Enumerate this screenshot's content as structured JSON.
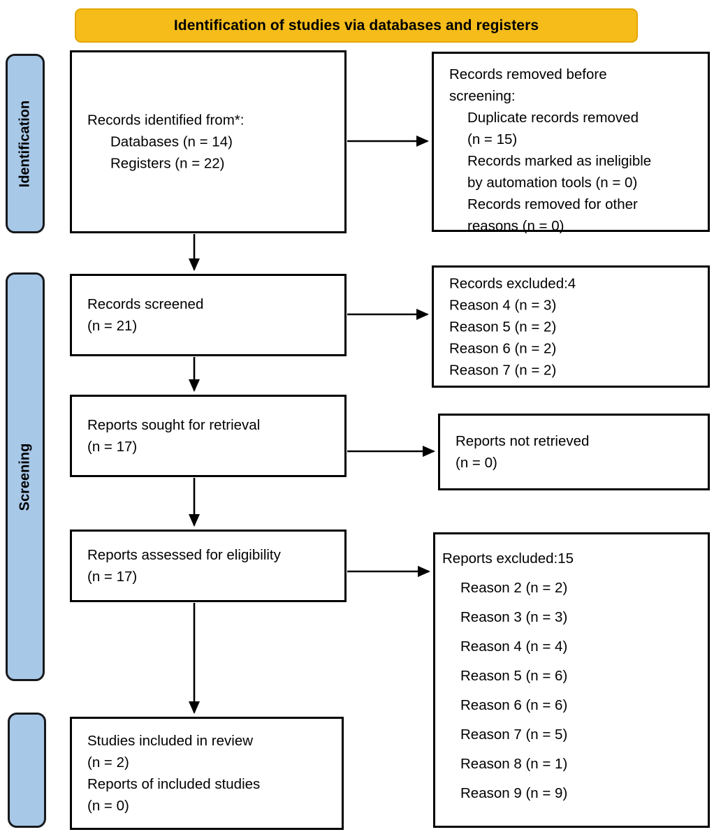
{
  "banner": {
    "title": "Identification of studies via databases and registers"
  },
  "rails": [
    {
      "id": "identification",
      "label": "Identification"
    },
    {
      "id": "screening",
      "label": "Screening"
    },
    {
      "id": "included",
      "label": ""
    }
  ],
  "boxes": {
    "identified": {
      "name": "records-identified",
      "lines": [
        "Records identified from*:",
        "Databases (n = 14)",
        "Registers (n = 22)"
      ]
    },
    "removed": {
      "name": "records-removed-before-screening",
      "lines": [
        "Records removed ",
        "before",
        "screening",
        ":",
        "Duplicate records removed",
        "(n = 15)",
        "Records marked as ineligible",
        "by automation tools (n = 0)",
        "Records removed for other",
        "reasons (n = 0)"
      ]
    },
    "screened": {
      "name": "records-screened",
      "lines": [
        "Records screened",
        "(n = 21)"
      ]
    },
    "records_excluded": {
      "name": "records-excluded",
      "header": "Records excluded:4",
      "lines": [
        "Reason 4 (n = 3)",
        "Reason 5 (n = 2)",
        "Reason 6 (n = 2)",
        "Reason 7 (n = 2)"
      ]
    },
    "sought": {
      "name": "reports-sought-for-retrieval",
      "lines": [
        "Reports sought for retrieval",
        "(n = 17)"
      ]
    },
    "not_retrieved": {
      "name": "reports-not-retrieved",
      "lines": [
        "Reports not retrieved",
        "(n = 0)"
      ]
    },
    "assessed": {
      "name": "reports-assessed-for-eligibility",
      "lines": [
        "Reports assessed for eligibility",
        "(n = 17)"
      ]
    },
    "reports_excluded": {
      "name": "reports-excluded",
      "header": "Reports excluded:15",
      "lines": [
        "Reason 2 (n = 2)",
        "Reason 3 (n = 3)",
        "Reason 4 (n = 4)",
        "Reason 5 (n = 6)",
        "Reason 6 (n = 6)",
        "Reason 7 (n = 5)",
        "Reason 8 (n = 1)",
        "Reason 9 (n = 9)"
      ]
    },
    "included": {
      "name": "studies-included-in-review",
      "lines": [
        "Studies included in review",
        "(n = 2)",
        "Reports of included studies",
        "(n = 0)"
      ]
    }
  },
  "colors": {
    "banner_fill": "#f5bc1a",
    "rail_fill": "#a8c8e8",
    "box_border": "#000000",
    "page_background": "#ffffff"
  }
}
